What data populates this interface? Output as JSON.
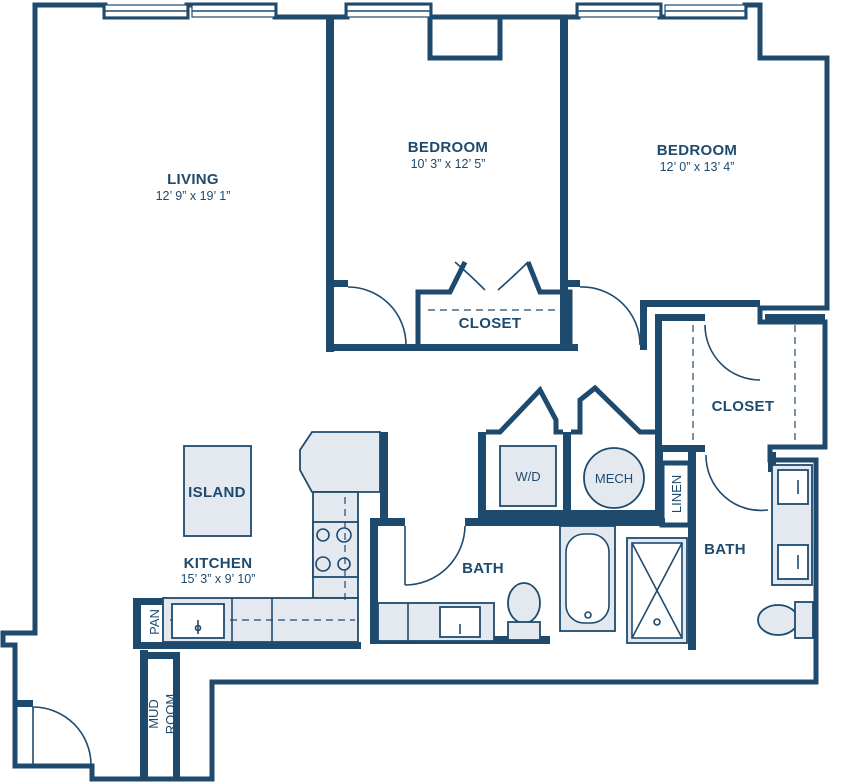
{
  "colors": {
    "wall": "#1e4a6e",
    "fixture_fill": "#e3e9ef",
    "background": "#ffffff"
  },
  "rooms": {
    "living": {
      "name": "LIVING",
      "size": "12’ 9” x 19’ 1”"
    },
    "bedroom1": {
      "name": "BEDROOM",
      "size": "10’ 3” x 12’ 5”"
    },
    "bedroom2": {
      "name": "BEDROOM",
      "size": "12’ 0” x 13’ 4”"
    },
    "kitchen": {
      "name": "KITCHEN",
      "size": "15’ 3” x 9’ 10”"
    },
    "closet1": {
      "name": "CLOSET"
    },
    "closet2": {
      "name": "CLOSET"
    },
    "bath1": {
      "name": "BATH"
    },
    "bath2": {
      "name": "BATH"
    },
    "island": {
      "name": "ISLAND"
    },
    "wd": {
      "name": "W/D"
    },
    "mech": {
      "name": "MECH"
    },
    "linen": {
      "name": "LINEN"
    },
    "pantry": {
      "name": "PAN"
    },
    "mudroom": {
      "line1": "MUD",
      "line2": "ROOM"
    }
  }
}
